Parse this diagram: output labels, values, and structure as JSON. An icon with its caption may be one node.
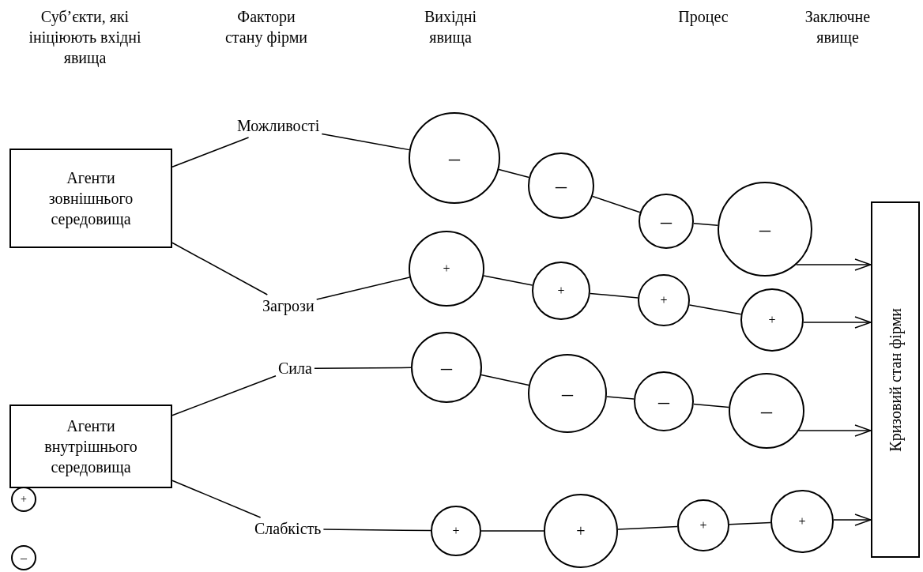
{
  "diagram": {
    "nodes": [
      {
        "text": [
          "Агенти зовнішнього середовища"
        ]
      },
      {
        "text": [
          "Агенти внутрішнього середовища"
        ]
      },
      {
        "text": [
          "Можливості"
        ]
      },
      {
        "text": [
          "Загрози"
        ]
      },
      {
        "text": [
          "Сила"
        ]
      },
      {
        "text": [
          "Слабкість"
        ]
      },
      {
        "text": [
          "–"
        ]
      },
      {
        "text": [
          "–"
        ]
      },
      {
        "text": [
          "–"
        ]
      },
      {
        "text": [
          "–"
        ]
      },
      {
        "text": [
          "+"
        ]
      },
      {
        "text": [
          "+"
        ]
      },
      {
        "text": [
          "+"
        ]
      },
      {
        "text": [
          "+"
        ]
      },
      {
        "text": [
          "–"
        ]
      },
      {
        "text": [
          "–"
        ]
      },
      {
        "text": [
          "–"
        ]
      },
      {
        "text": [
          "–"
        ]
      },
      {
        "text": [
          "+"
        ]
      },
      {
        "text": [
          "+"
        ]
      },
      {
        "text": [
          "+"
        ]
      },
      {
        "text": [
          "+"
        ]
      },
      {
        "text": [
          "Кризовий стан фірми"
        ]
      },
      {
        "text": [
          "+"
        ]
      },
      {
        "text": [
          "–"
        ]
      }
    ],
    "edges": [
      {
        "from": 0,
        "to": 2,
        "arrow": "none"
      },
      {
        "from": 0,
        "to": 3,
        "arrow": "none"
      },
      {
        "from": 1,
        "to": 4,
        "arrow": "none"
      },
      {
        "from": 1,
        "to": 5,
        "arrow": "none"
      },
      {
        "from": 2,
        "to": 6,
        "arrow": "none"
      },
      {
        "from": 6,
        "to": 7,
        "arrow": "none"
      },
      {
        "from": 7,
        "to": 8,
        "arrow": "none"
      },
      {
        "from": 8,
        "to": 9,
        "arrow": "none"
      },
      {
        "from": 9,
        "to": 22,
        "arrow": "to"
      },
      {
        "from": 3,
        "to": 10,
        "arrow": "none"
      },
      {
        "from": 10,
        "to": 11,
        "arrow": "none"
      },
      {
        "from": 11,
        "to": 12,
        "arrow": "none"
      },
      {
        "from": 12,
        "to": 13,
        "arrow": "none"
      },
      {
        "from": 13,
        "to": 22,
        "arrow": "to"
      },
      {
        "from": 4,
        "to": 14,
        "arrow": "none"
      },
      {
        "from": 14,
        "to": 15,
        "arrow": "none"
      },
      {
        "from": 15,
        "to": 16,
        "arrow": "none"
      },
      {
        "from": 16,
        "to": 17,
        "arrow": "none"
      },
      {
        "from": 17,
        "to": 22,
        "arrow": "to"
      },
      {
        "from": 5,
        "to": 18,
        "arrow": "none"
      },
      {
        "from": 18,
        "to": 19,
        "arrow": "none"
      },
      {
        "from": 19,
        "to": 20,
        "arrow": "none"
      },
      {
        "from": 20,
        "to": 21,
        "arrow": "none"
      },
      {
        "from": 21,
        "to": 22,
        "arrow": "to"
      }
    ],
    "labels": [
      "Суб’єкти, які ініціюють вхідні явища",
      "Фактори стану фірми",
      "Вихідні явища",
      "Процес",
      "Заключне явище"
    ]
  }
}
